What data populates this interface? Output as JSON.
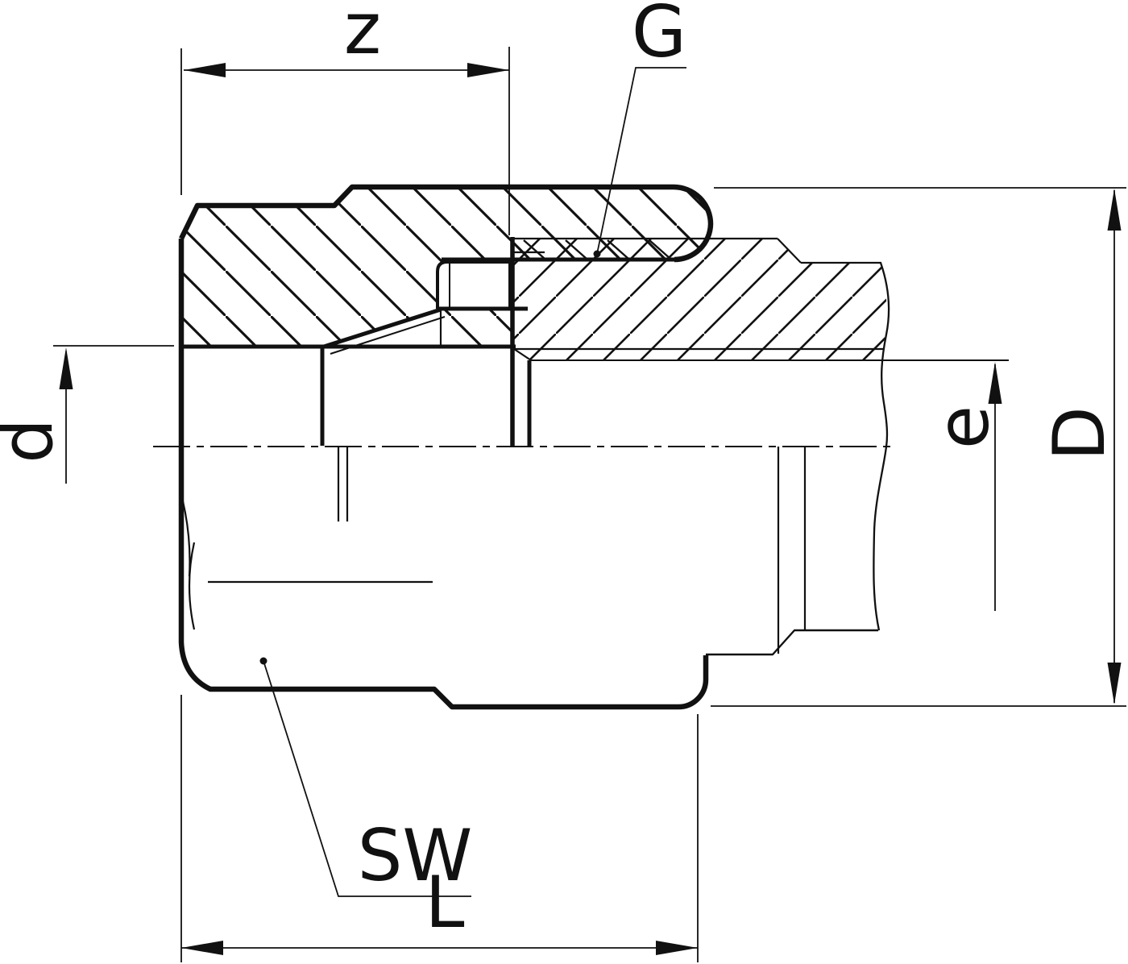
{
  "drawing": {
    "kind": "technical-half-section",
    "subject": "pipe union compression fitting with union nut, clamping ring and tube end",
    "background": "#ffffff",
    "line_color": "#111111"
  },
  "labels": {
    "z": "z",
    "G": "G",
    "d": "d",
    "e": "e",
    "D": "D",
    "SW": "SW",
    "L": "L"
  }
}
